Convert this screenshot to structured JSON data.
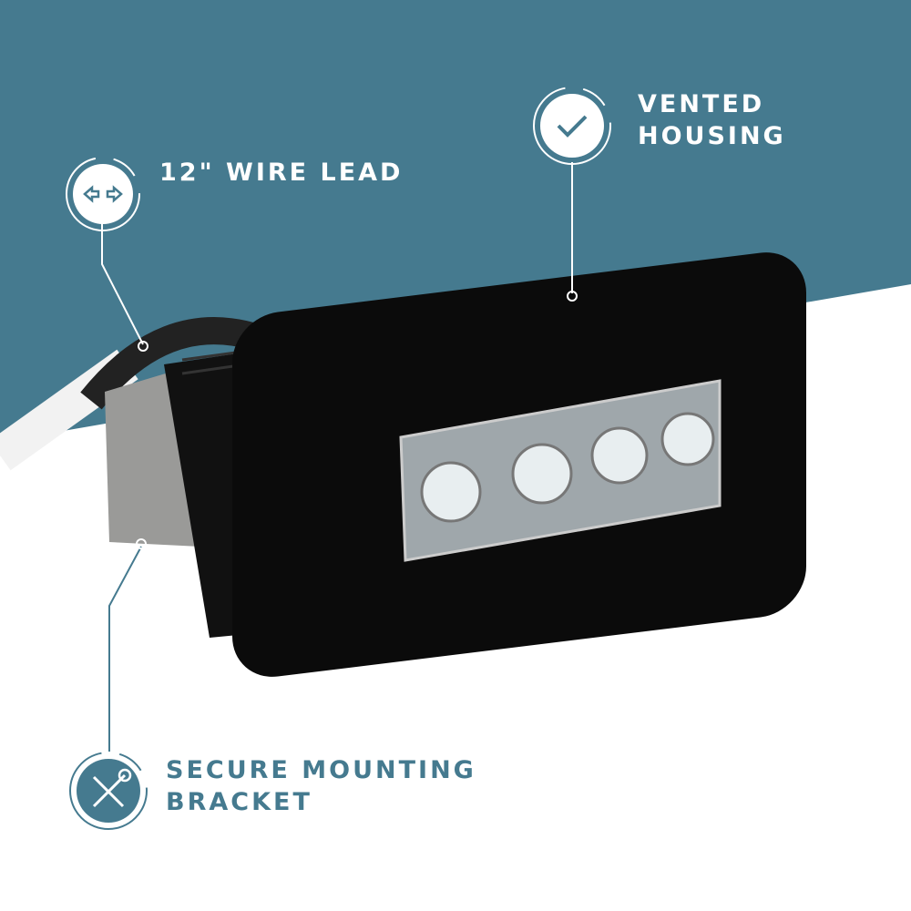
{
  "colors": {
    "teal": "#457a8f",
    "white": "#ffffff"
  },
  "callouts": [
    {
      "line1": "12\" WIRE LEAD",
      "icon": "double-arrow-icon"
    },
    {
      "line1": "VENTED",
      "line2": "HOUSING",
      "icon": "checkmark-icon"
    },
    {
      "line1": "SECURE MOUNTING",
      "line2": "BRACKET",
      "icon": "wrench-screwdriver-icon"
    }
  ]
}
